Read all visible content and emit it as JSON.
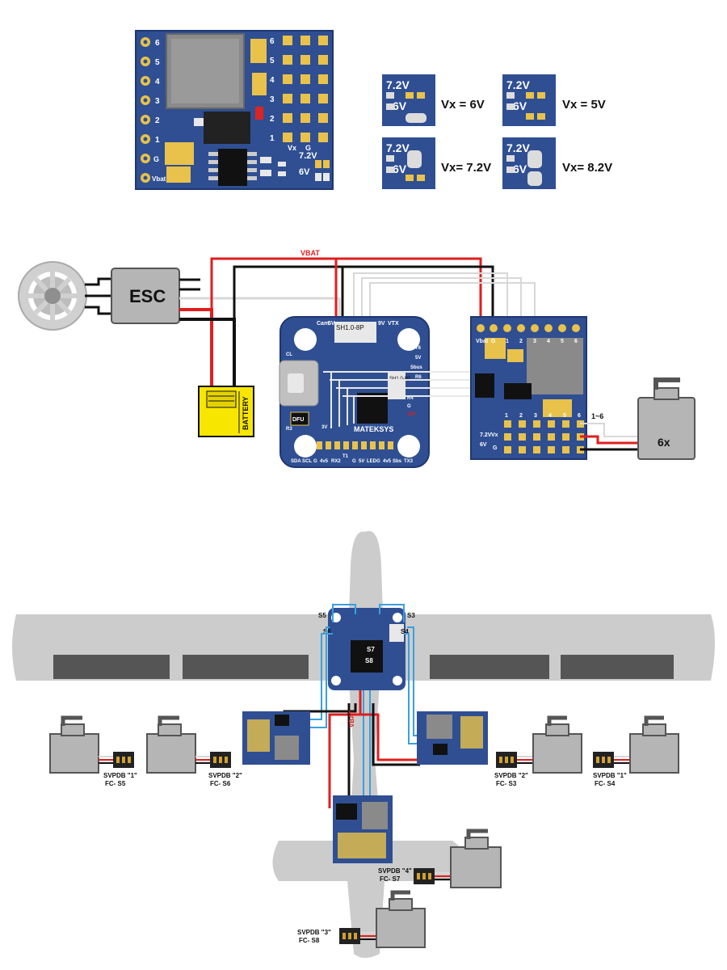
{
  "colors": {
    "pcb": "#2f4f92",
    "pad": "#e8c24a",
    "wire_red": "#e01e1e",
    "wire_black": "#111111",
    "wire_white": "#d8d8d8",
    "wire_blue": "#3aa0e0",
    "plane": "#cccccc",
    "aileron": "#555555",
    "battery": "#f7e600",
    "servo": "#b5b5b5"
  },
  "board_top": {
    "left_pins": [
      "6",
      "5",
      "4",
      "3",
      "2",
      "1",
      "G",
      "Vbat"
    ],
    "right_pins": [
      "6",
      "5",
      "4",
      "3",
      "2",
      "1"
    ],
    "bottom_labels": [
      "Vx",
      "G"
    ],
    "jumper_labels": [
      "7.2V",
      "6V"
    ]
  },
  "voltage_options": [
    {
      "top": "7.2V",
      "bottom": "6V",
      "result": "Vx = 6V"
    },
    {
      "top": "7.2V",
      "bottom": "6V",
      "result": "Vx = 5V"
    },
    {
      "top": "7.2V",
      "bottom": "6V",
      "result": "Vx= 7.2V"
    },
    {
      "top": "7.2V",
      "bottom": "6V",
      "result": "Vx= 8.2V"
    }
  ],
  "wiring": {
    "esc_label": "ESC",
    "battery_label": "BATTERY",
    "vbat_label": "VBAT",
    "servo_count": "6x",
    "servo_range": "1~6",
    "fc_connector": "SH1.0-8P",
    "fc_connector_side": "SH1.0-8P",
    "fc_brand": "MATEKSYS",
    "fc_dfu": "DFU",
    "fc_top_pads": [
      "Cam",
      "5V",
      "9V",
      "VTX"
    ],
    "fc_bottom_pads": [
      "SDA",
      "SCL",
      "G",
      "4v5",
      "RX2",
      "T1",
      "G",
      "5V",
      "LED",
      "G",
      "4v5",
      "Sbs",
      "TX3"
    ],
    "fc_right_pads": [
      "T6",
      "5V",
      "Sbus",
      "R6",
      "G",
      "10V",
      "R4"
    ],
    "fc_left_pads": [
      "CL",
      "R3",
      "3V"
    ],
    "pdb_pins": [
      "Vbat",
      "G",
      "1",
      "2",
      "3",
      "4",
      "5",
      "6"
    ],
    "pdb_lower_pins": [
      "1",
      "2",
      "3",
      "4",
      "5",
      "6"
    ],
    "pdb_side_pins": [
      "Vx",
      "G",
      "7.2V",
      "6V"
    ],
    "pdb_side_labels": [
      "7.2V",
      "6V",
      "Vx",
      "G"
    ]
  },
  "airplane": {
    "fc_labels": [
      "S5",
      "S6",
      "S3",
      "S4",
      "S7",
      "S8"
    ],
    "vbat_label": "VBAT",
    "servos": [
      {
        "line1": "SVPDB \"1\"",
        "line2": "FC- S5"
      },
      {
        "line1": "SVPDB \"2\"",
        "line2": "FC- S6"
      },
      {
        "line1": "SVPDB \"2\"",
        "line2": "FC- S3"
      },
      {
        "line1": "SVPDB \"1\"",
        "line2": "FC- S4"
      },
      {
        "line1": "SVPDB \"4\"",
        "line2": "FC- S7"
      },
      {
        "line1": "SVPDB \"3\"",
        "line2": "FC- S8"
      }
    ]
  }
}
